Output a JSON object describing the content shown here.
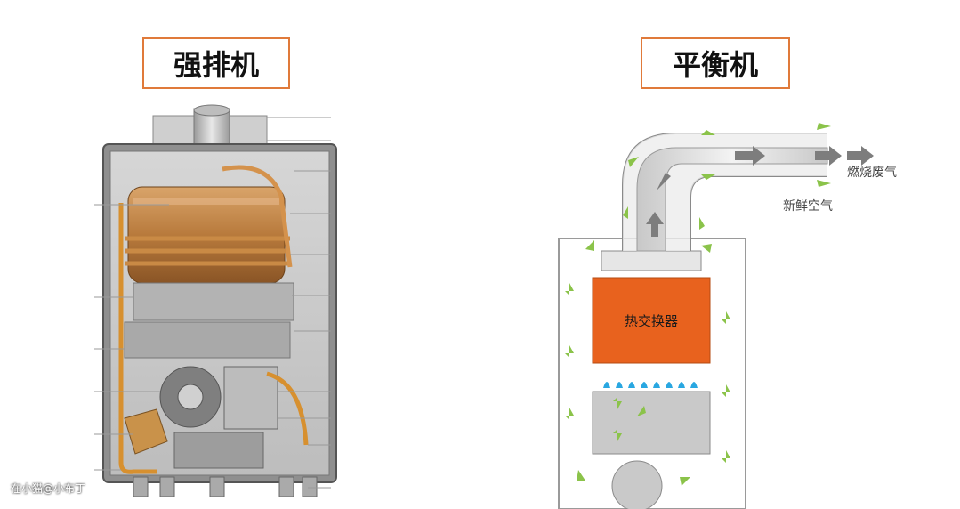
{
  "left_panel": {
    "title": "强排机"
  },
  "right_panel": {
    "title": "平衡机",
    "labels": {
      "exhaust": "燃烧废气",
      "fresh_air": "新鲜空气",
      "heat_exchanger": "热交换器"
    }
  },
  "watermark": "在小猫@小布丁",
  "colors": {
    "title_border": "#e07a3a",
    "heat_exchanger": "#e8621e",
    "airflow_arrow": "#8bc34a",
    "flame": "#29a7e1"
  }
}
